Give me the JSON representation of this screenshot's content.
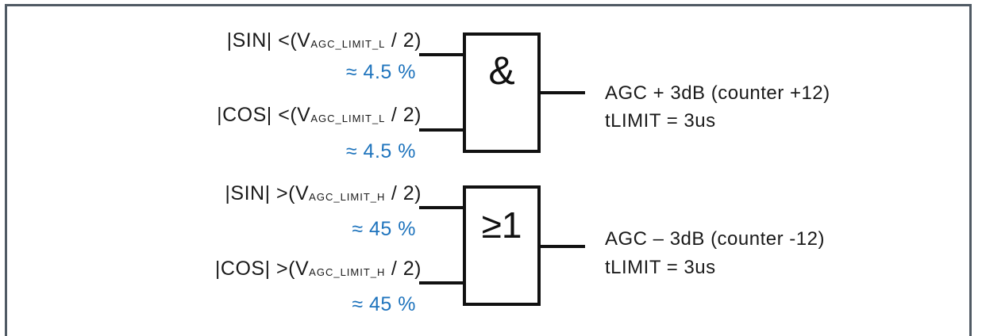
{
  "and_gate": {
    "symbol": "&",
    "inputs": [
      {
        "lhs": "|SIN|",
        "op": "<",
        "v_main": "V",
        "v_sub": "AGC_LIMIT_L",
        "tail": "/ 2)",
        "approx": "≈ 4.5 %"
      },
      {
        "lhs": "|COS|",
        "op": "<",
        "v_main": "V",
        "v_sub": "AGC_LIMIT_L",
        "tail": "/ 2)",
        "approx": "≈ 4.5 %"
      }
    ],
    "output": {
      "line1": "AGC + 3dB (counter +12)",
      "line2": "tLIMIT = 3us"
    }
  },
  "or_gate": {
    "symbol": "≥1",
    "inputs": [
      {
        "lhs": "|SIN|",
        "op": ">",
        "v_main": "V",
        "v_sub": "AGC_LIMIT_H",
        "tail": "/ 2)",
        "approx": "≈ 45 %"
      },
      {
        "lhs": "|COS|",
        "op": ">",
        "v_main": "V",
        "v_sub": "AGC_LIMIT_H",
        "tail": "/ 2)",
        "approx": "≈ 45 %"
      }
    ],
    "output": {
      "line1": "AGC – 3dB (counter -12)",
      "line2": "tLIMIT = 3us"
    }
  },
  "colors": {
    "frame": "#505a64",
    "approx_text": "#1f74bd",
    "lines": "#111111"
  }
}
